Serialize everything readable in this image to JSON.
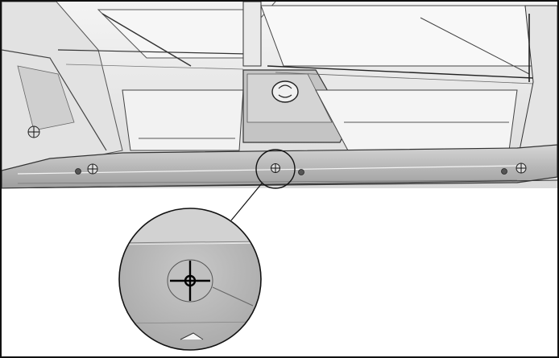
{
  "figure": {
    "subject": "vehicle-rocker-panel-with-push-pin-fasteners",
    "callout": "magnified-detail-of-center-push-pin",
    "colors": {
      "border": "#111111",
      "panel_light": "#e6e6e6",
      "panel_mid": "#c9c9c9",
      "panel_dark": "#9a9a9a",
      "line": "#222222"
    },
    "fastener_count_on_panel": 4
  }
}
